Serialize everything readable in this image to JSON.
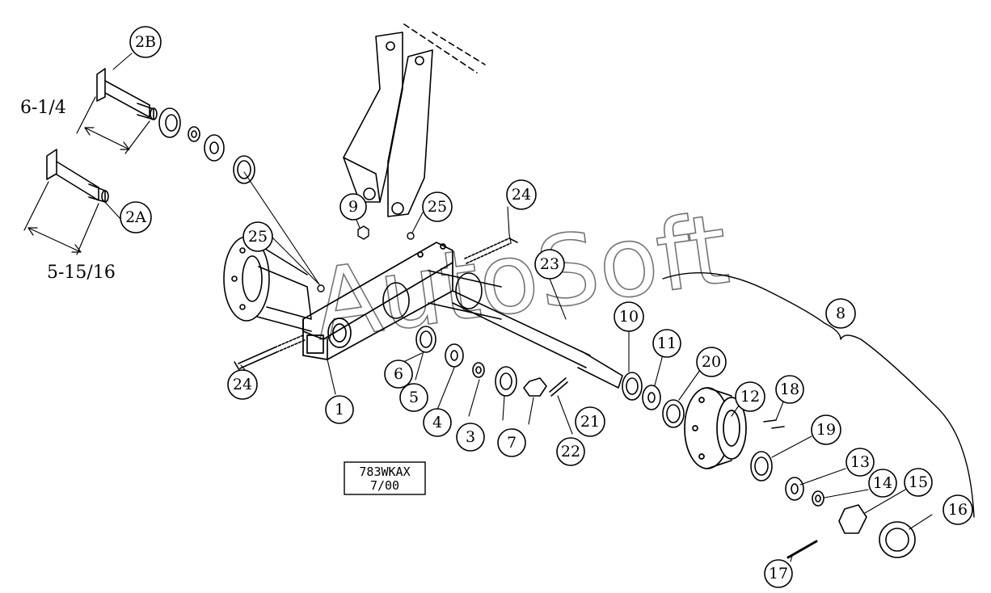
{
  "watermark": "AutoSoft",
  "stamp": {
    "line1": "783WKAX",
    "line2": "7/00"
  },
  "dimensions": {
    "spindle_2b_length": "6-1/4",
    "spindle_2a_length": "5-15/16"
  },
  "callouts": {
    "c1": "1",
    "c2a": "2A",
    "c2b": "2B",
    "c3": "3",
    "c4": "4",
    "c5": "5",
    "c6": "6",
    "c7": "7",
    "c8": "8",
    "c9": "9",
    "c10": "10",
    "c11": "11",
    "c12": "12",
    "c13": "13",
    "c14": "14",
    "c15": "15",
    "c16": "16",
    "c17": "17",
    "c18": "18",
    "c19": "19",
    "c20": "20",
    "c21": "21",
    "c22": "22",
    "c23": "23",
    "c24a": "24",
    "c24b": "24",
    "c25a": "25",
    "c25b": "25"
  }
}
